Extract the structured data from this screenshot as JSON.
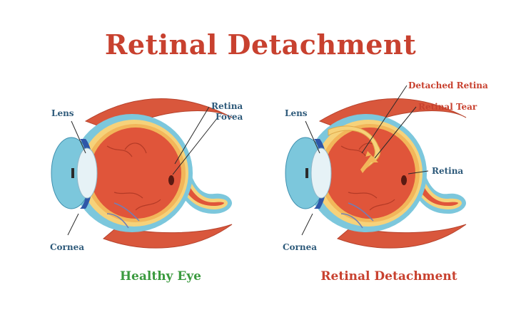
{
  "title": "Retinal Detachment",
  "colors": {
    "title": "#c8412f",
    "healthy_caption": "#3a9a3e",
    "detachment_caption": "#c8412f",
    "label_text": "#2e5a7a",
    "label_red": "#c8412f",
    "muscle": "#d9573c",
    "eyeball": "#e0553a",
    "retina_layer": "#f6d27a",
    "outer_layer": "#7cc7dc"
  },
  "left_eye": {
    "caption": "Healthy Eye",
    "labels": {
      "lens": "Lens",
      "cornea": "Cornea",
      "retina": "Retina",
      "fovea": "Fovea"
    }
  },
  "right_eye": {
    "caption": "Retinal Detachment",
    "labels": {
      "lens": "Lens",
      "cornea": "Cornea",
      "detached_retina": "Detached Retina",
      "retinal_tear": "Retinal Tear",
      "retina": "Retina"
    }
  }
}
